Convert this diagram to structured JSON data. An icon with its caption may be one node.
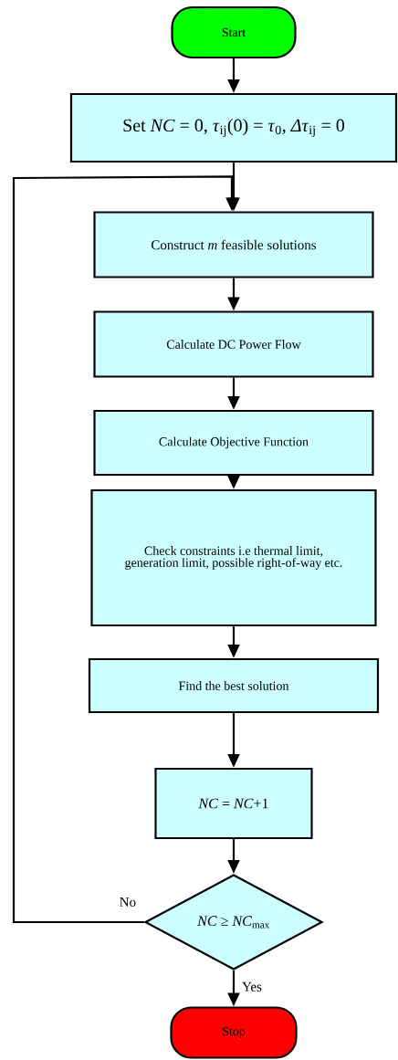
{
  "diagram": {
    "nodes": [
      {
        "text": [
          "Start"
        ]
      },
      {
        "text": [
          "Set *NC* = 0, *τ*$_{ij}$(0) = *τ*$_{0}$, *Δτ*$_{ij}$ = 0"
        ]
      },
      {
        "text": [
          "Construct *m* feasible solutions"
        ]
      },
      {
        "text": [
          "Calculate DC Power Flow"
        ]
      },
      {
        "text": [
          "Calculate Objective Function"
        ]
      },
      {
        "text": [
          "Check constraints i.e thermal limit, generation limit, possible right-of-way etc."
        ]
      },
      {
        "text": [
          "Find the best solution"
        ]
      },
      {
        "text": [
          "*NC* = *NC*+1"
        ]
      },
      {
        "text": [
          "*NC* ≥ *NC*$_{max}$"
        ]
      },
      {
        "text": [
          "Stop"
        ]
      }
    ],
    "edges": [
      {
        "from": 0,
        "to": 1,
        "arrow": "to"
      },
      {
        "from": 1,
        "to": 2,
        "arrow": "to"
      },
      {
        "from": 2,
        "to": 3,
        "arrow": "to"
      },
      {
        "from": 3,
        "to": 4,
        "arrow": "to"
      },
      {
        "from": 4,
        "to": 5,
        "arrow": "to"
      },
      {
        "from": 5,
        "to": 6,
        "arrow": "to"
      },
      {
        "from": 6,
        "to": 7,
        "arrow": "to"
      },
      {
        "from": 7,
        "to": 8,
        "arrow": "to"
      },
      {
        "from": 8,
        "to": 9,
        "arrow": "to",
        "label": "Yes"
      },
      {
        "from": 8,
        "to": 2,
        "arrow": "to",
        "label": "No"
      }
    ]
  }
}
